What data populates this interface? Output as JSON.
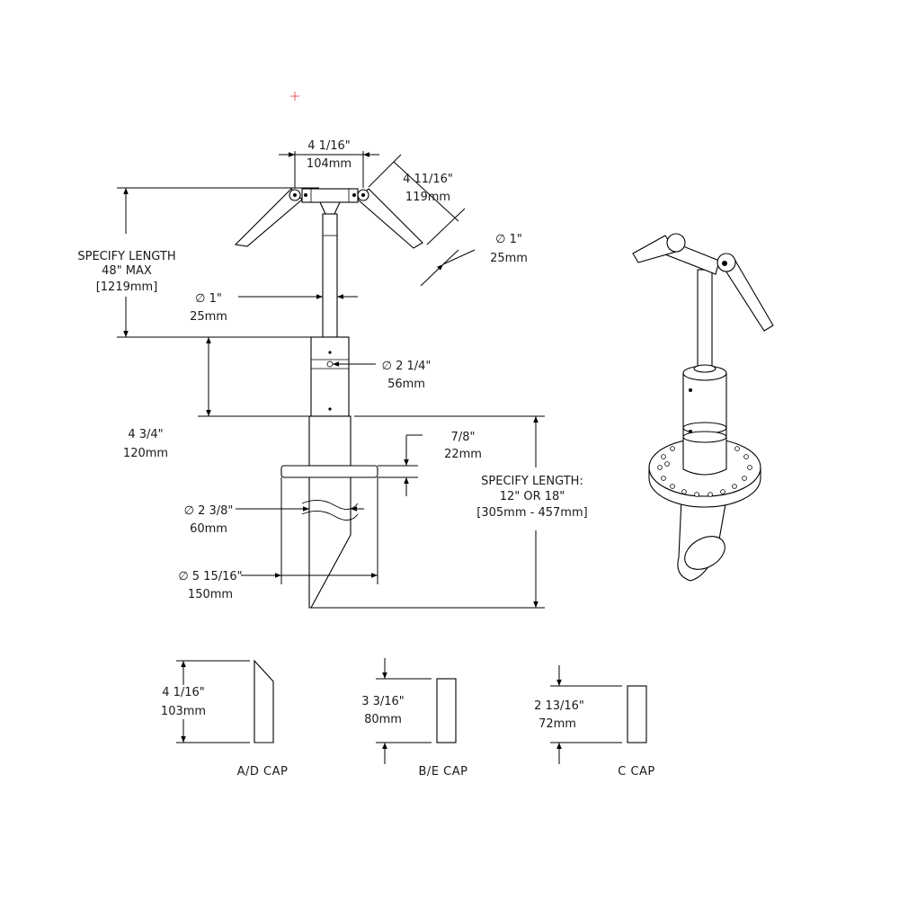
{
  "labels": {
    "top_width": "4 1/16\"",
    "top_width_mm": "104mm",
    "arm_length": "4 11/16\"",
    "arm_length_mm": "119mm",
    "arm_dia": "∅ 1\"",
    "arm_dia_mm": "25mm",
    "specify_length_line1": "SPECIFY LENGTH",
    "specify_length_line2": "48\" MAX",
    "specify_length_line3": "[1219mm]",
    "stem_dia": "∅ 1\"",
    "stem_dia_mm": "25mm",
    "sleeve_dia": "∅ 2 1/4\"",
    "sleeve_dia_mm": "56mm",
    "sleeve_height": "4 3/4\"",
    "sleeve_height_mm": "120mm",
    "flange_thk": "7/8\"",
    "flange_thk_mm": "22mm",
    "stake_length_line1": "SPECIFY LENGTH:",
    "stake_length_line2": "12\" OR 18\"",
    "stake_length_line3": "[305mm - 457mm]",
    "stake_dia": "∅ 2 3/8\"",
    "stake_dia_mm": "60mm",
    "flange_dia": "∅ 5 15/16\"",
    "flange_dia_mm": "150mm",
    "ad_cap_height": "4 1/16\"",
    "ad_cap_height_mm": "103mm",
    "be_cap_height": "3 3/16\"",
    "be_cap_height_mm": "80mm",
    "c_cap_height": "2 13/16\"",
    "c_cap_height_mm": "72mm",
    "ad_cap": "A/D CAP",
    "be_cap": "B/E CAP",
    "c_cap": "C CAP"
  }
}
